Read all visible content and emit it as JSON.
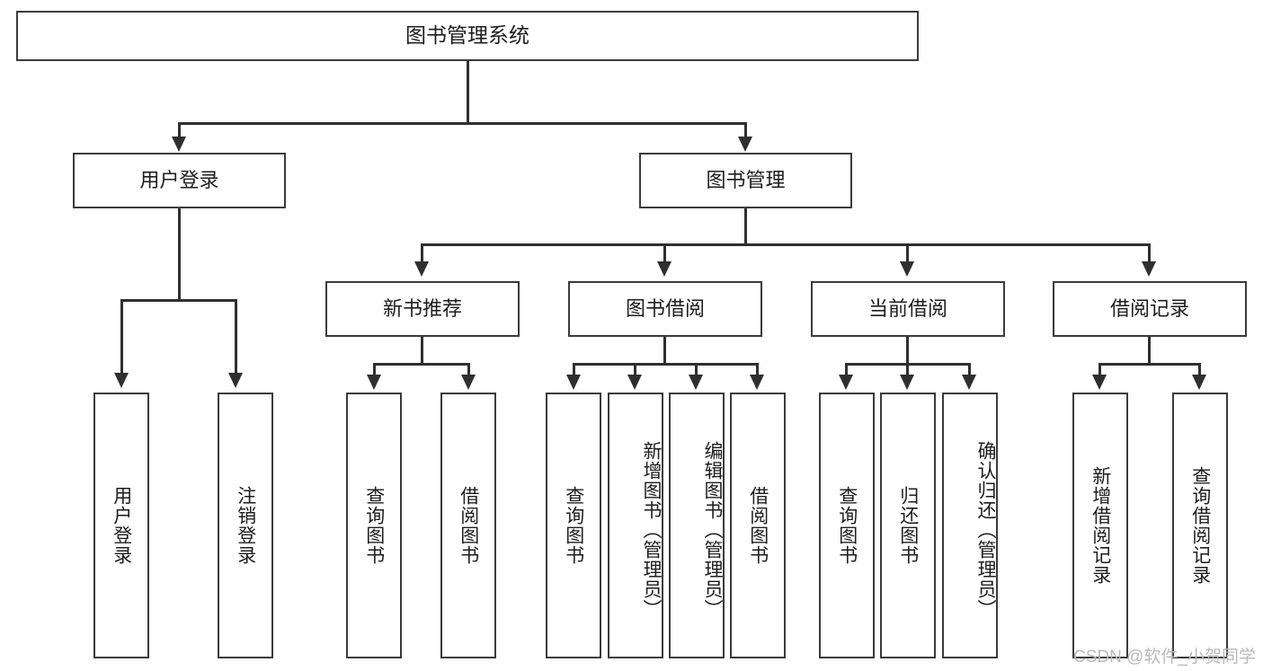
{
  "diagram": {
    "title": "图书管理系统",
    "type": "tree",
    "root": {
      "label": "图书管理系统"
    },
    "level2": [
      {
        "label": "用户登录"
      },
      {
        "label": "图书管理"
      }
    ],
    "level3": [
      {
        "label": "新书推荐"
      },
      {
        "label": "图书借阅"
      },
      {
        "label": "当前借阅"
      },
      {
        "label": "借阅记录"
      }
    ],
    "leaves": {
      "user_login": [
        {
          "label": "用户登录"
        },
        {
          "label": "注销登录"
        }
      ],
      "new_book": [
        {
          "label": "查询图书"
        },
        {
          "label": "借阅图书"
        }
      ],
      "book_borrow": [
        {
          "label": "查询图书"
        },
        {
          "label": "新增图书（管理员）"
        },
        {
          "label": "编辑图书（管理员）"
        },
        {
          "label": "借阅图书"
        }
      ],
      "current_borrow": [
        {
          "label": "查询图书"
        },
        {
          "label": "归还图书"
        },
        {
          "label": "确认归还（管理员）"
        }
      ],
      "borrow_record": [
        {
          "label": "新增借阅记录"
        },
        {
          "label": "查询借阅记录"
        }
      ]
    }
  },
  "watermark": {
    "text": "CSDN @软件_小贺同学"
  },
  "colors": {
    "border": "#3b3b3b",
    "line": "#2f2f2f",
    "text": "#1d1d1d",
    "background": "#ffffff",
    "watermark": "#b9b9b9"
  }
}
